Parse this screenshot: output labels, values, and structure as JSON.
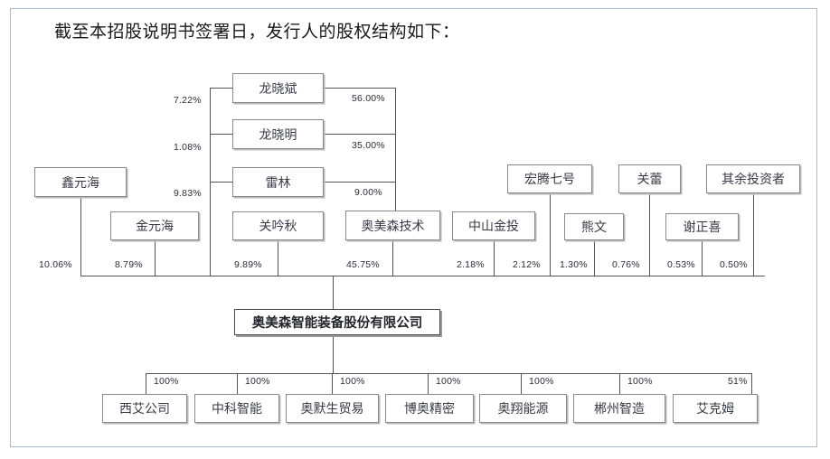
{
  "title": "截至本招股说明书签署日，发行人的股权结构如下：",
  "diagram": {
    "type": "org-equity-structure",
    "issuer": {
      "label": "奥美森智能装备股份有限公司"
    },
    "top_persons": [
      {
        "label": "龙晓斌",
        "to_spine_pct": "7.22%",
        "to_platform_pct": "56.00%"
      },
      {
        "label": "龙晓明",
        "to_spine_pct": "1.08%",
        "to_platform_pct": "35.00%"
      },
      {
        "label": "雷林",
        "to_spine_pct": "9.83%",
        "to_platform_pct": "9.00%"
      }
    ],
    "platform": {
      "label": "奥美森技术",
      "pct": "45.75%"
    },
    "direct_shareholders": [
      {
        "label": "鑫元海",
        "pct": "10.06%"
      },
      {
        "label": "金元海",
        "pct": "8.79%"
      },
      {
        "label": "关吟秋",
        "pct": "9.89%"
      },
      {
        "label": "奥美森技术",
        "pct": "45.75%"
      },
      {
        "label": "中山金投",
        "pct": "2.18%"
      },
      {
        "label": "宏腾七号",
        "pct": "2.12%"
      },
      {
        "label": "熊文",
        "pct": "1.30%"
      },
      {
        "label": "关蕾",
        "pct": "0.76%"
      },
      {
        "label": "谢正喜",
        "pct": "0.53%"
      },
      {
        "label": "其余投资者",
        "pct": "0.50%"
      }
    ],
    "subsidiaries": [
      {
        "label": "西艾公司",
        "pct": "100%"
      },
      {
        "label": "中科智能",
        "pct": "100%"
      },
      {
        "label": "奥默生贸易",
        "pct": "100%"
      },
      {
        "label": "博奥精密",
        "pct": "100%"
      },
      {
        "label": "奥翔能源",
        "pct": "100%"
      },
      {
        "label": "郴州智造",
        "pct": "100%"
      },
      {
        "label": "艾克姆",
        "pct": "51%"
      }
    ]
  },
  "colors": {
    "frame_border": "#a8bcd8",
    "box_border": "#8a8a8a",
    "line": "#555555",
    "text": "#3a3a46",
    "background": "#ffffff"
  }
}
